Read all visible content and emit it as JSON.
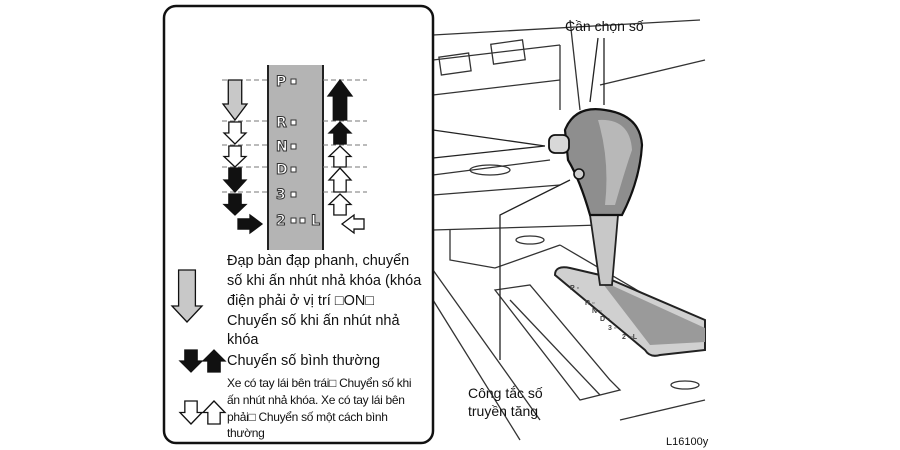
{
  "gear_diagram": {
    "positions": [
      "P",
      "R",
      "N",
      "D",
      "3",
      "2"
    ],
    "low_label": "L"
  },
  "legend": {
    "brake_shift": [
      "Đạp bàn đạp phanh, chuyển",
      "số khi ấn nhút nhả khóa (khóa",
      "điện phải ở vị trí □ON□"
    ],
    "button_shift": [
      "Chuyển số khi ấn nhút nhả",
      "khóa"
    ],
    "normal_shift": "Chuyển số bình thường",
    "hand_drive_note": [
      "Xe có tay lái bên trái□ Chuyển số khi",
      "ấn nhút nhả khóa. Xe có tay lái bên",
      "phải□ Chuyển số một cách bình",
      "thường"
    ]
  },
  "callouts": {
    "shift_lever": "Cần chọn số",
    "overdrive_switch": [
      "Công tắc số",
      "truyền tăng"
    ],
    "figure_code": "L16100y"
  },
  "colors": {
    "strip": "#b4b4b4",
    "light_arrow": "#c8c8c8",
    "knob": "#8e8e8e"
  }
}
